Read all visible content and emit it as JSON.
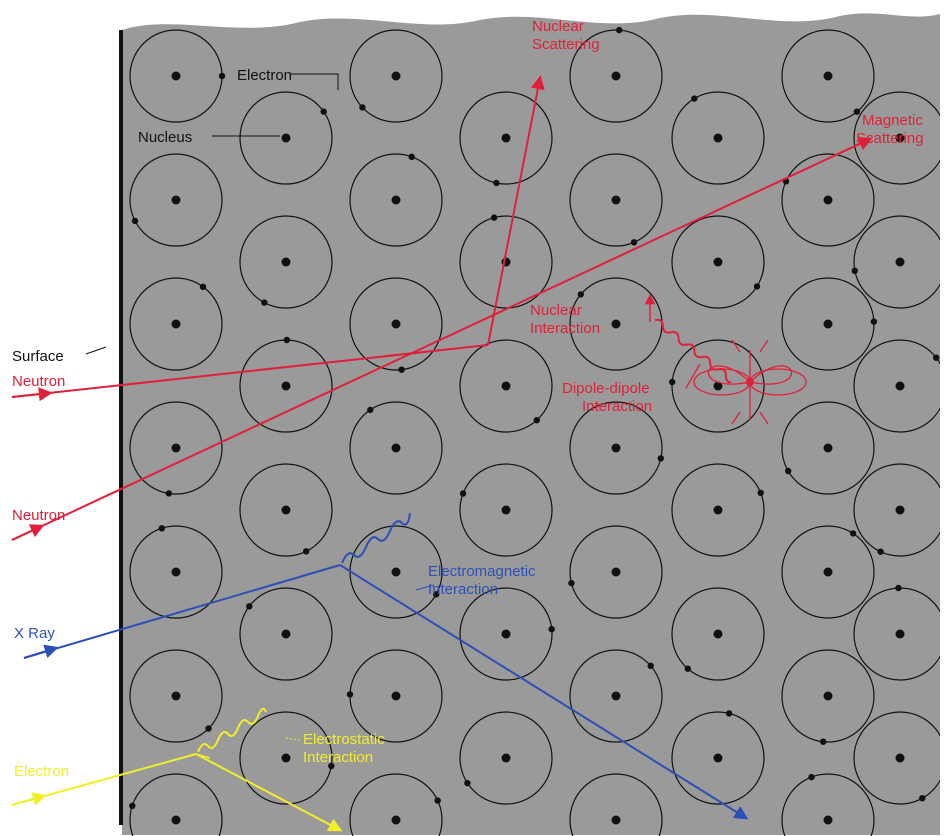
{
  "labels": {
    "electron": "Electron",
    "nucleus": "Nucleus",
    "surface": "Surface",
    "nuclear_scattering_1": "Nuclear",
    "nuclear_scattering_2": "Scattering",
    "magnetic_scattering_1": "Magnetic",
    "magnetic_scattering_2": "Scattering",
    "nuclear_interaction_1": "Nuclear",
    "nuclear_interaction_2": "Interaction",
    "neutron_1": "Neutron",
    "neutron_2": "Neutron",
    "dipole_1": "Dipole-dipole",
    "dipole_2": "Interaction",
    "em_1": "Electromagnetic",
    "em_2": "Interaction",
    "xray": "X Ray",
    "es_1": "Electrostatic",
    "es_2": "Interaction",
    "electron_beam": "Electron"
  },
  "colors": {
    "background": "#9a9a9a",
    "neutron": "#e0203a",
    "xray": "#2d50b6",
    "electron_beam": "#f2ee2a",
    "atom": "#111111"
  }
}
